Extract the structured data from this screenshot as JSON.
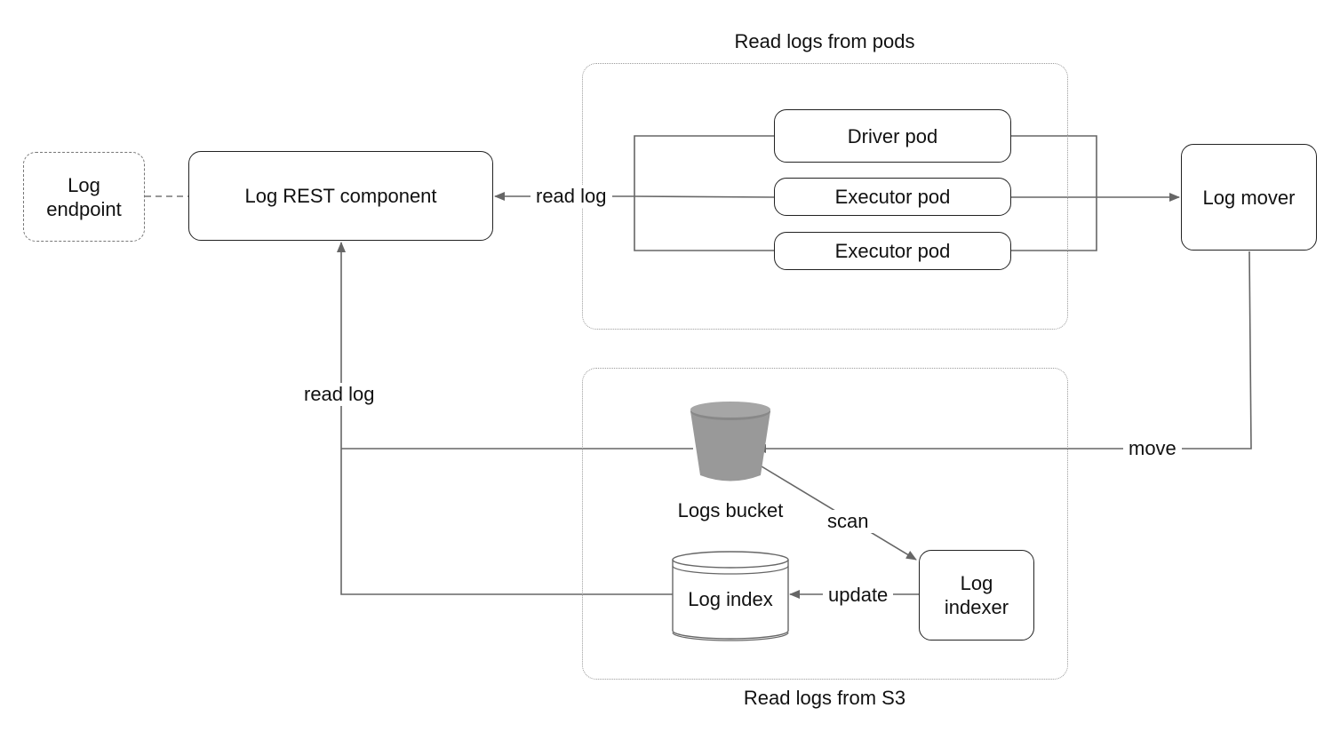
{
  "groups": {
    "pods_title": "Read logs from pods",
    "s3_title": "Read logs from S3"
  },
  "nodes": {
    "log_endpoint": "Log\nendpoint",
    "log_rest": "Log REST component",
    "driver_pod": "Driver pod",
    "executor_pod_1": "Executor pod",
    "executor_pod_2": "Executor pod",
    "log_mover": "Log mover",
    "logs_bucket": "Logs bucket",
    "log_index": "Log index",
    "log_indexer": "Log\nindexer"
  },
  "edges": {
    "read_log_pods": "read log",
    "read_log_s3": "read log",
    "move": "move",
    "scan": "scan",
    "update": "update"
  },
  "colors": {
    "line": "#666666",
    "bucket": "#999999"
  }
}
